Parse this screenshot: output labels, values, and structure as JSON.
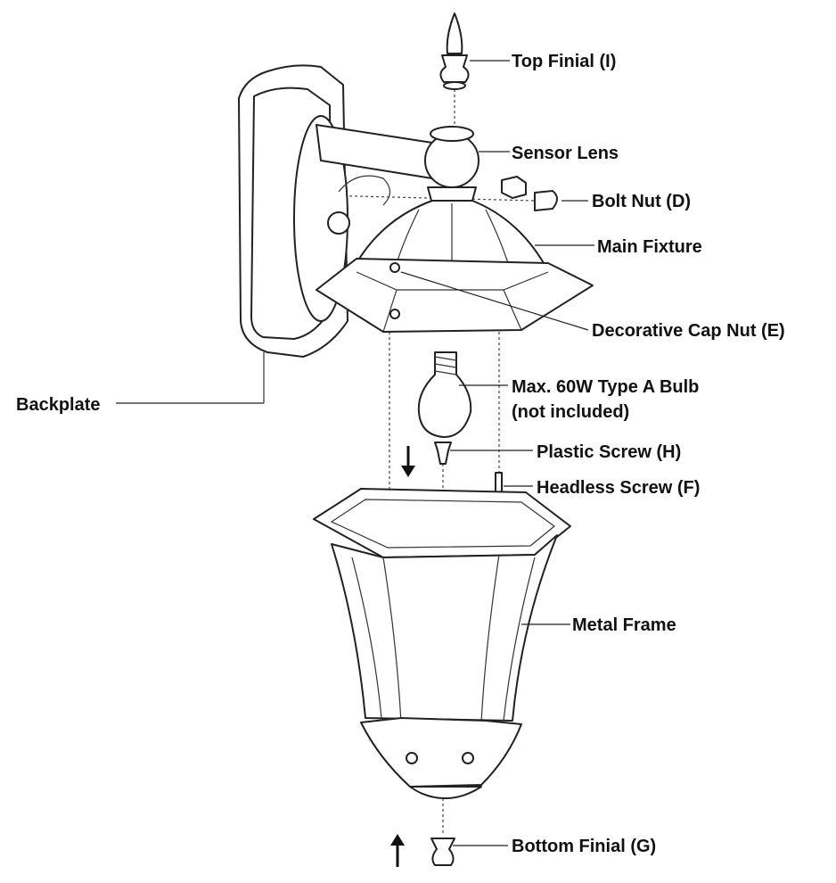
{
  "labels": {
    "top_finial": "Top Finial (I)",
    "sensor_lens": "Sensor Lens",
    "bolt_nut": "Bolt Nut (D)",
    "main_fixture": "Main Fixture",
    "cap_nut": "Decorative Cap Nut (E)",
    "bulb_line1": "Max. 60W Type A Bulb",
    "bulb_line2": "(not included)",
    "plastic_screw": "Plastic Screw (H)",
    "headless_screw": "Headless Screw (F)",
    "metal_frame": "Metal Frame",
    "bottom_finial": "Bottom Finial (G)",
    "backplate": "Backplate"
  }
}
